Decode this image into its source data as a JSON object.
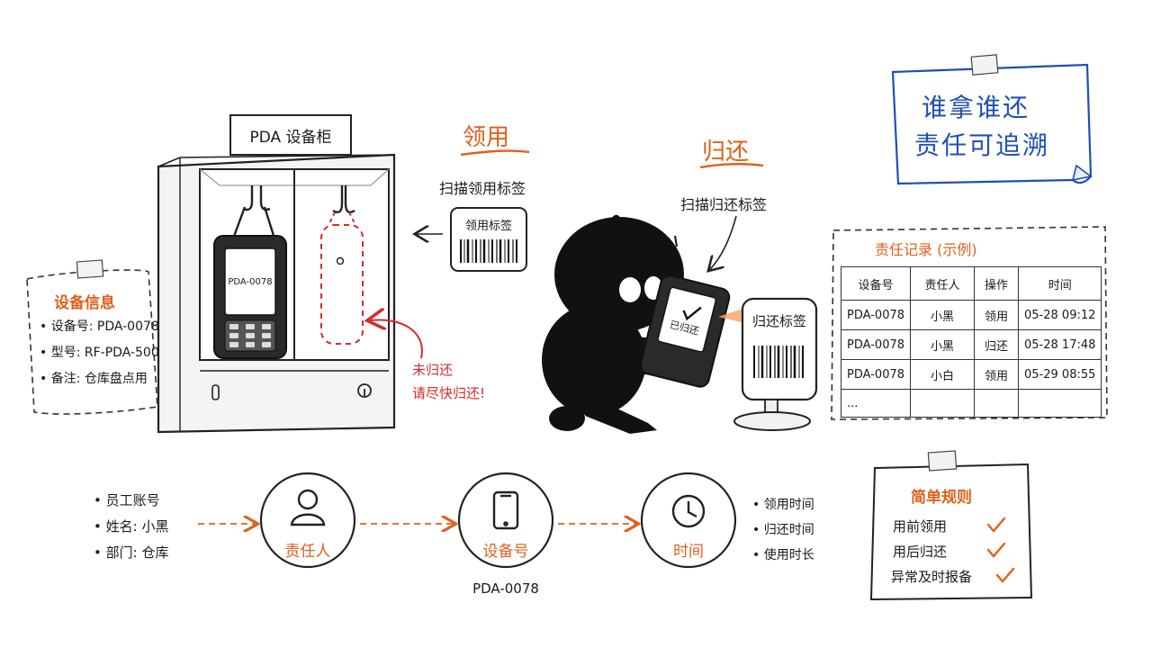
{
  "cabinet": {
    "label": "PDA 设备柜",
    "device_screen": "PDA-0078"
  },
  "device_info": {
    "title": "设备信息",
    "items": [
      "设备号: PDA-0078",
      "型号: RF-PDA-500",
      "备注: 仓库盘点用"
    ]
  },
  "not_returned": {
    "line1": "未归还",
    "line2": "请尽快归还!"
  },
  "borrow": {
    "title": "领用",
    "subtitle": "扫描领用标签",
    "tag_label": "领用标签"
  },
  "return": {
    "title": "归还",
    "subtitle": "扫描归还标签",
    "device_screen": "已归还",
    "tag_label": "归还标签"
  },
  "motto": {
    "line1": "谁拿谁还",
    "line2": "责任可追溯"
  },
  "records": {
    "title": "责任记录 (示例)",
    "headers": [
      "设备号",
      "责任人",
      "操作",
      "时间"
    ],
    "rows": [
      [
        "PDA-0078",
        "小黑",
        "领用",
        "05-28 09:12"
      ],
      [
        "PDA-0078",
        "小黑",
        "归还",
        "05-28 17:48"
      ],
      [
        "PDA-0078",
        "小白",
        "领用",
        "05-29 08:55"
      ]
    ],
    "ellipsis": "..."
  },
  "flow": {
    "person_items": [
      "员工账号",
      "姓名: 小黑",
      "部门: 仓库"
    ],
    "person_label": "责任人",
    "device_label": "设备号",
    "device_id": "PDA-0078",
    "time_label": "时间",
    "time_items": [
      "领用时间",
      "归还时间",
      "使用时长"
    ]
  },
  "rules": {
    "title": "简单规则",
    "items": [
      "用前领用",
      "用后归还",
      "异常及时报备"
    ]
  },
  "colors": {
    "accent": "#e0601d",
    "blue": "#1f4fb4",
    "ink": "#1a1a1a",
    "red": "#d42b2b"
  }
}
